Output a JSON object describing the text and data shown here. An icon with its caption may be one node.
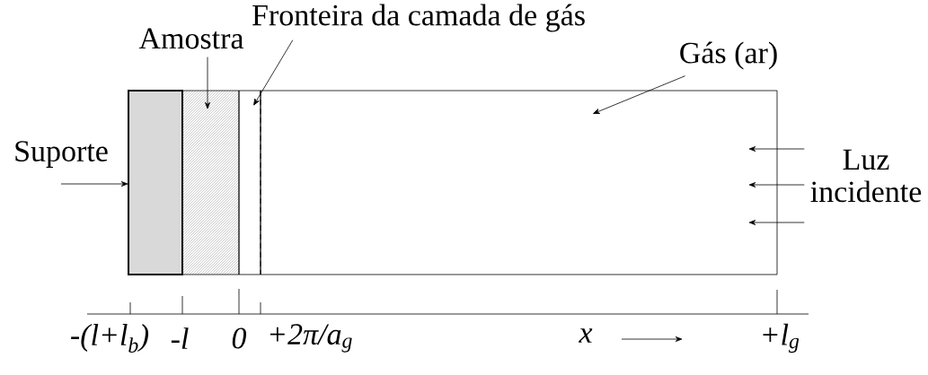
{
  "diagram": {
    "nodes": [
      {
        "text": [
          "Suporte"
        ]
      },
      {
        "text": [
          "Amostra"
        ]
      },
      {
        "text": [
          "Fronteira da camada de gás"
        ]
      },
      {
        "text": [
          "Gás (ar)"
        ]
      },
      {
        "text": [
          "Luz incidente"
        ]
      },
      {
        "text": [],
        "shape": "box"
      },
      {
        "text": [],
        "shape": "box"
      },
      {
        "text": [],
        "shape": "box"
      },
      {
        "text": [],
        "shape": "box"
      }
    ],
    "edges": [
      {
        "from": 0,
        "to": 5,
        "arrow": "to"
      },
      {
        "from": 1,
        "to": 6,
        "arrow": "to"
      },
      {
        "from": 2,
        "to": 7,
        "arrow": "to"
      },
      {
        "from": 3,
        "to": 8,
        "arrow": "to"
      },
      {
        "from": 4,
        "to": 8,
        "arrow": "to"
      },
      {
        "from": 4,
        "to": 8,
        "arrow": "to"
      },
      {
        "from": 4,
        "to": 8,
        "arrow": "to"
      }
    ],
    "labels": [
      "-(l+l$_{b}$)",
      "-l",
      "0",
      "+2π/a$_{g}$",
      "x",
      "+l$_{g}$"
    ]
  }
}
